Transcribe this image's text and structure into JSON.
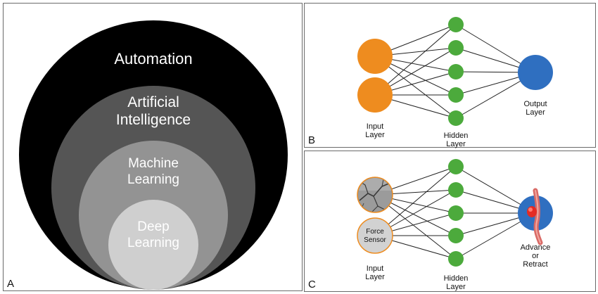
{
  "panels": {
    "a": {
      "letter": "A",
      "circles": {
        "automation": "Automation",
        "ai_line1": "Artificial",
        "ai_line2": "Intelligence",
        "ml_line1": "Machine",
        "ml_line2": "Learning",
        "dl_line1": "Deep",
        "dl_line2": "Learning"
      },
      "colors": {
        "automation": "#000000",
        "ai": "#555555",
        "ml": "#939393",
        "dl": "#cfcfcf",
        "text": "#ffffff"
      }
    },
    "b": {
      "letter": "B",
      "input_label_1": "Input",
      "input_label_2": "Layer",
      "hidden_label_1": "Hidden",
      "hidden_label_2": "Layer",
      "output_label_1": "Output",
      "output_label_2": "Layer",
      "colors": {
        "input": "#ee8c1f",
        "hidden": "#4caa3c",
        "output": "#2f6fc0"
      }
    },
    "c": {
      "letter": "C",
      "sensor_line1": "Force",
      "sensor_line2": "Sensor",
      "input_label_1": "Input",
      "input_label_2": "Layer",
      "hidden_label_1": "Hidden",
      "hidden_label_2": "Layer",
      "output_line1": "Advance",
      "output_line2": "or",
      "output_line3": "Retract",
      "colors": {
        "input_ring": "#ee8c1f",
        "hidden": "#4caa3c",
        "output": "#2f6fc0",
        "vessel": "#d96a66",
        "lesion": "#e32b23"
      }
    }
  }
}
